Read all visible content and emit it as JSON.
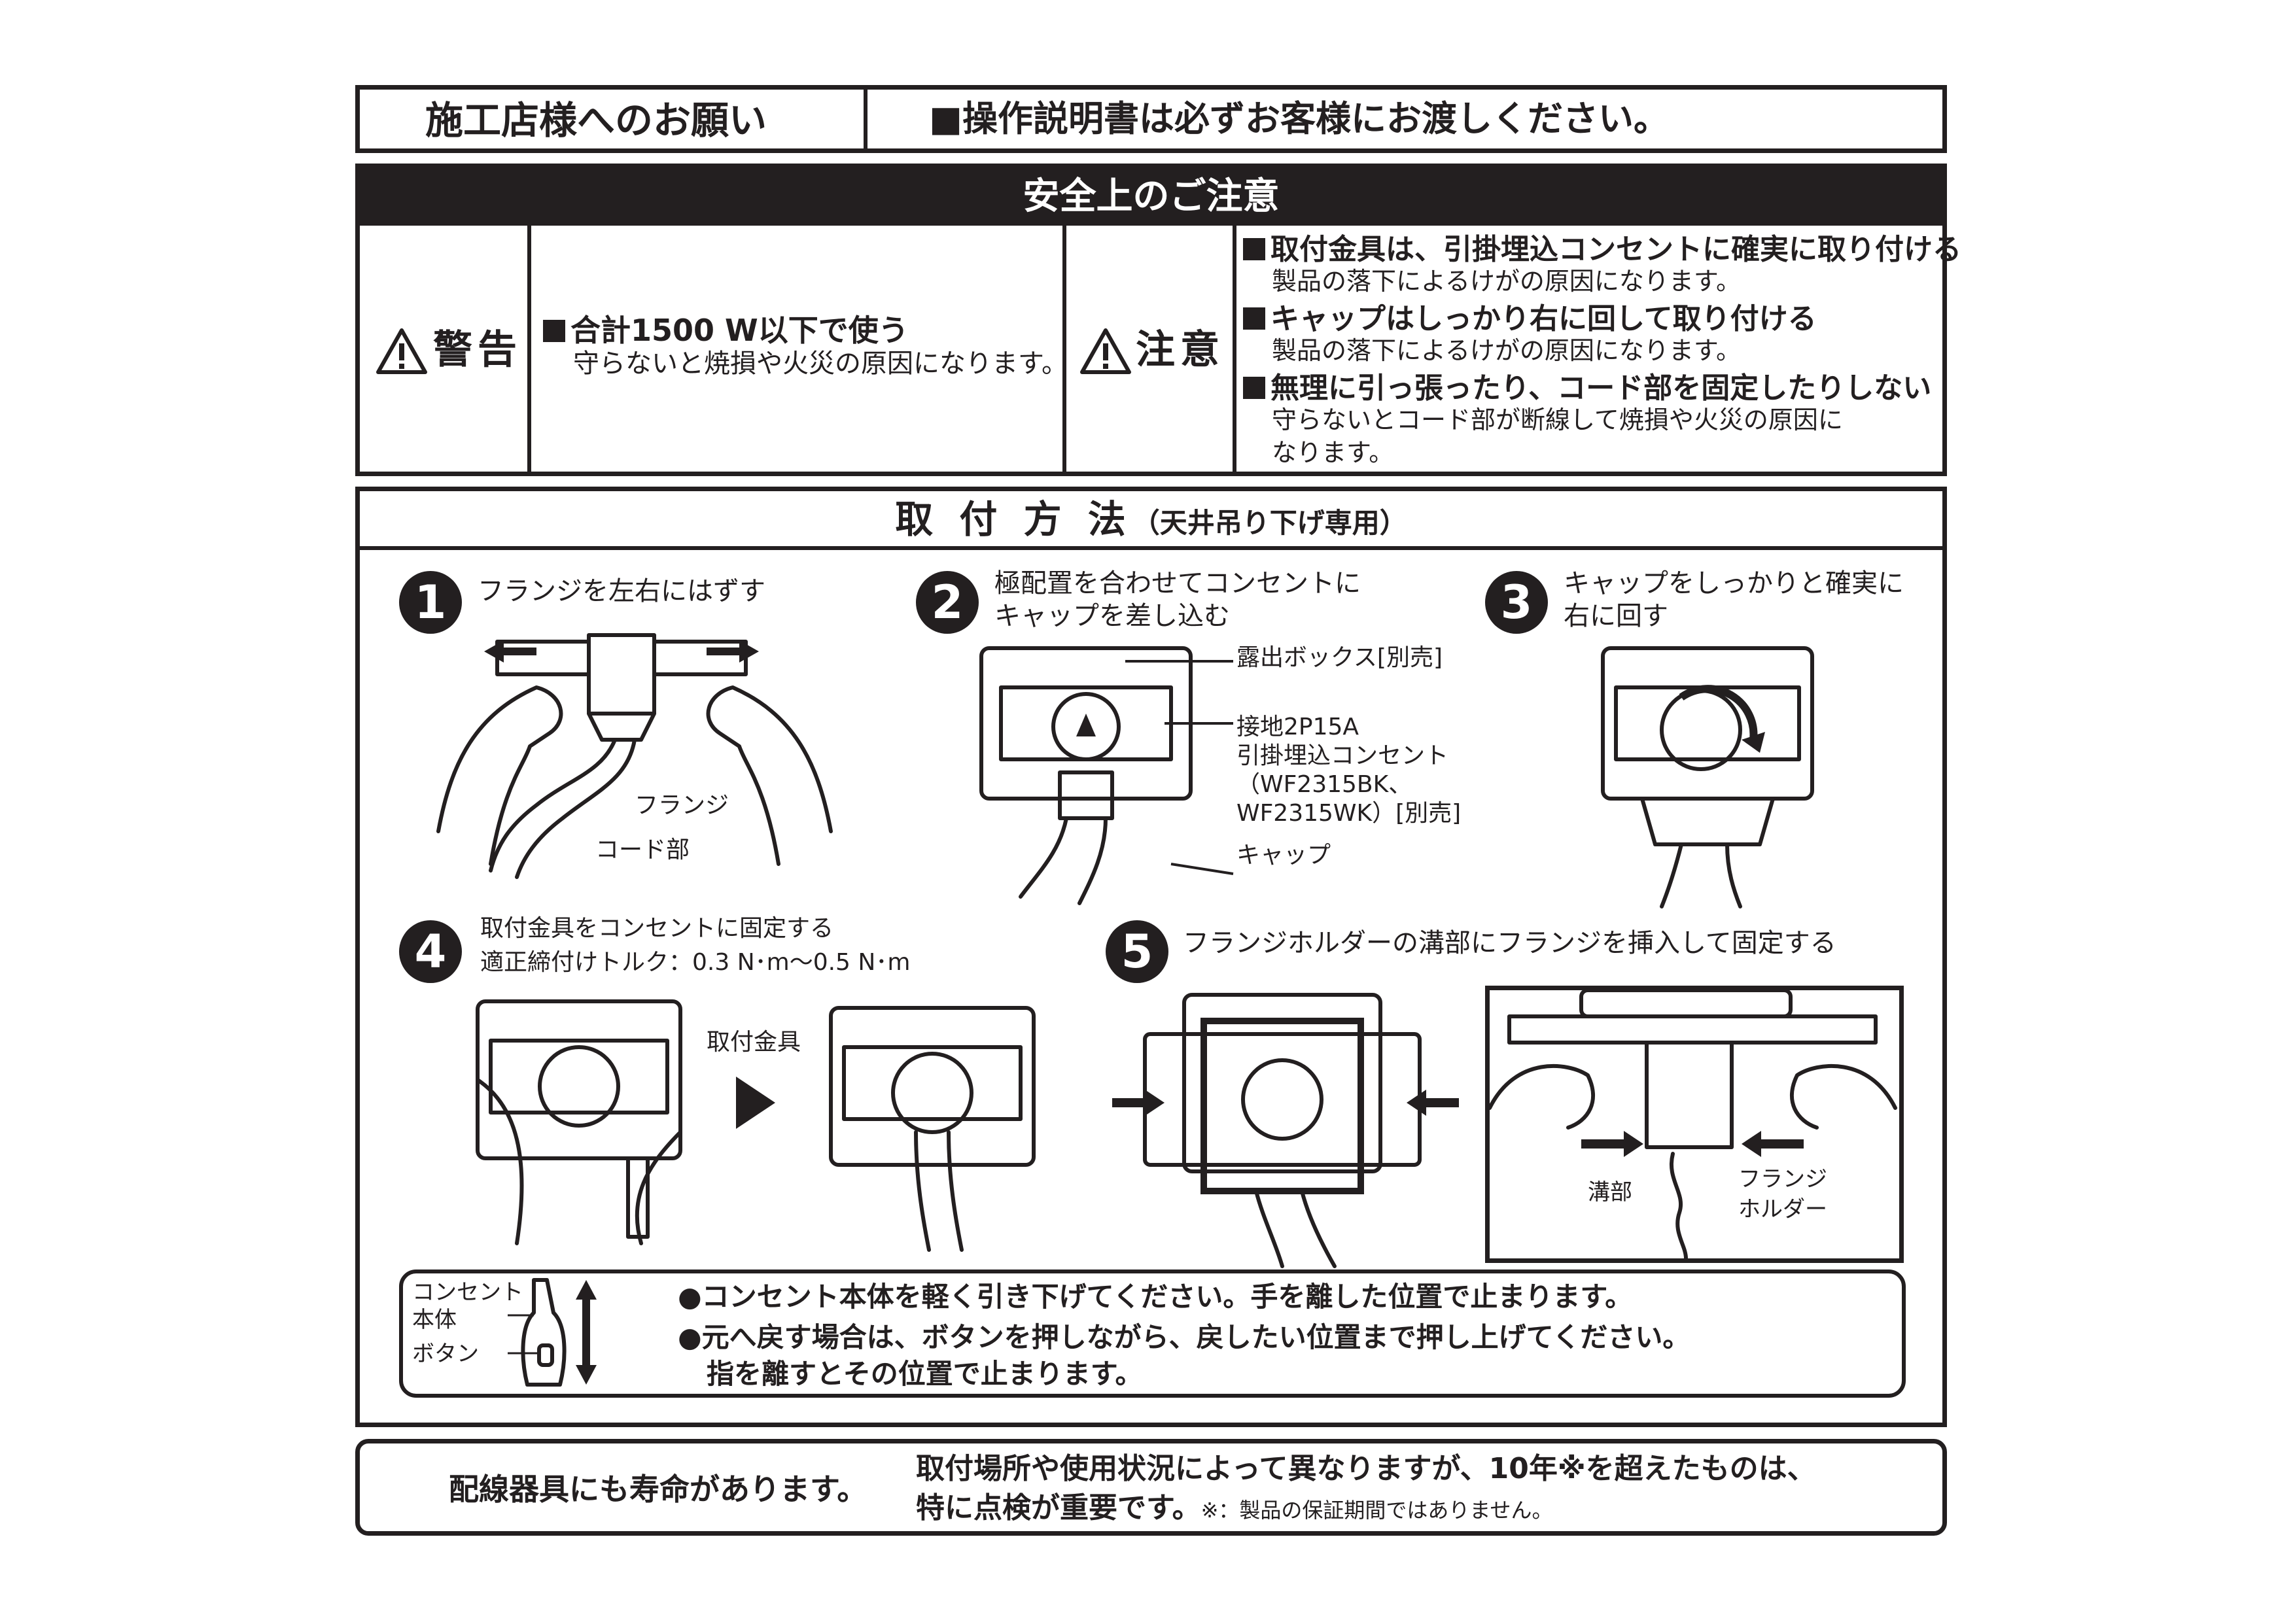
{
  "request": {
    "label": "施工店様へのお願い",
    "text": "■操作説明書は必ずお客様にお渡しください。"
  },
  "safety": {
    "header": "安全上のご注意",
    "warning_label": "警告",
    "warning_title": "合計1500 W以下で使う",
    "warning_body": "守らないと焼損や火災の原因になります。",
    "caution_label": "注意",
    "cautions": [
      {
        "title": "取付金具は、引掛埋込コンセントに確実に取り付ける",
        "body": "製品の落下によるけがの原因になります。"
      },
      {
        "title": "キャップはしっかり右に回して取り付ける",
        "body": "製品の落下によるけがの原因になります。"
      },
      {
        "title": "無理に引っ張ったり、コード部を固定したりしない",
        "body": "守らないとコード部が断線して焼損や火災の原因に",
        "body2": "なります。"
      }
    ]
  },
  "install": {
    "title": "取 付 方 法",
    "subtitle": "（天井吊り下げ専用）",
    "steps": [
      {
        "num": "1",
        "text": "フランジを左右にはずす",
        "labels": [
          "フランジ",
          "コード部"
        ]
      },
      {
        "num": "2",
        "text": "極配置を合わせてコンセントに",
        "text2": "キャップを差し込む",
        "labels": [
          "露出ボックス[別売]",
          "接地2P15A",
          "引掛埋込コンセント",
          "（WF2315BK、",
          "WF2315WK）[別売]",
          "キャップ"
        ]
      },
      {
        "num": "3",
        "text": "キャップをしっかりと確実に",
        "text2": "右に回す"
      },
      {
        "num": "4",
        "text": "取付金具をコンセントに固定する",
        "text2": "適正締付けトルク：0.3 N･m～0.5 N･m",
        "labels": [
          "取付金具"
        ]
      },
      {
        "num": "5",
        "text": "フランジホルダーの溝部にフランジを挿入して固定する",
        "labels": [
          "溝部",
          "フランジ",
          "ホルダー"
        ]
      }
    ],
    "note_labels": [
      "コンセント",
      "本体",
      "ボタン"
    ],
    "notes": [
      "●コンセント本体を軽く引き下げてください。手を離した位置で止まります。",
      "●元へ戻す場合は、ボタンを押しながら、戻したい位置まで押し上げてください。",
      "指を離すとその位置で止まります。"
    ]
  },
  "lifespan": {
    "left": "配線器具にも寿命があります。",
    "right1": "取付場所や使用状況によって異なりますが、10年※を超えたものは、",
    "right2a": "特に点検が重要です。",
    "right2b": "※：製品の保証期間ではありません。"
  }
}
